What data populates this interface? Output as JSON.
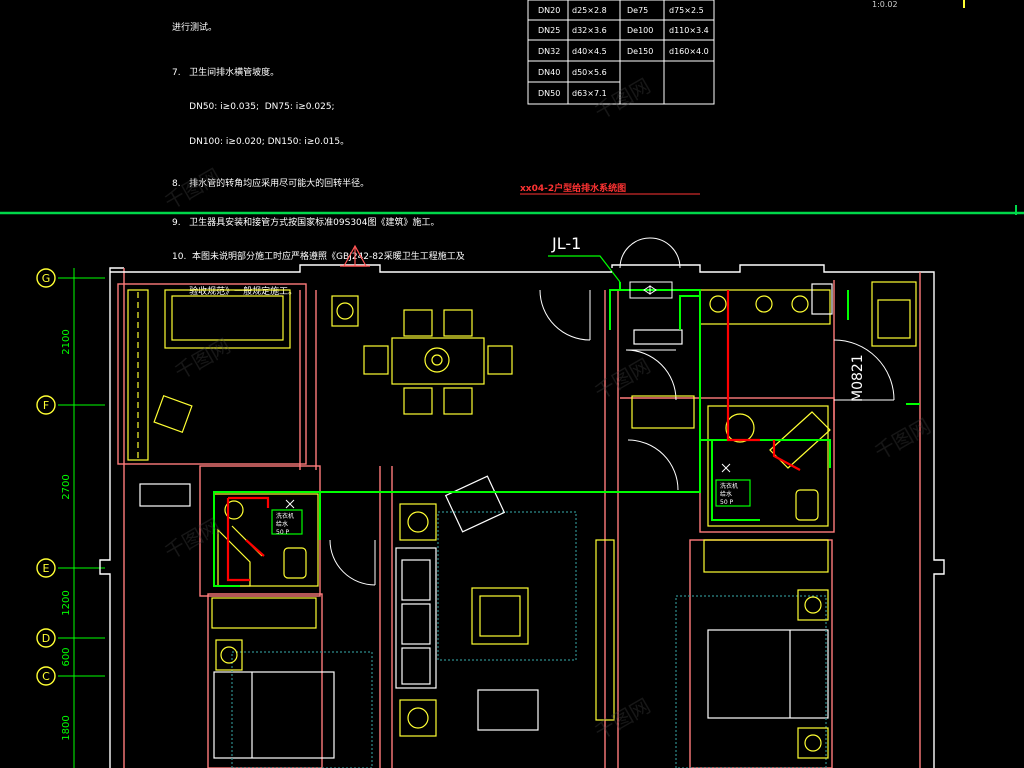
{
  "notes": {
    "lines": [
      {
        "id": "n6b",
        "text": "进行测试。"
      },
      {
        "id": "n7",
        "text": "7.   卫生间排水横管坡度。"
      },
      {
        "id": "n7a",
        "text": "      DN50: i≥0.035;  DN75: i≥0.025;"
      },
      {
        "id": "n7b",
        "text": "      DN100: i≥0.020; DN150: i≥0.015。"
      },
      {
        "id": "n8",
        "text": "8.   排水管的转角均应采用尽可能大的回转半径。"
      },
      {
        "id": "n9",
        "text": "9.   卫生器具安装和接管方式按国家标准09S304图《建筑》施工。"
      },
      {
        "id": "n10",
        "text": "10.  本图未说明部分施工时应严格遵照《GBJ242-82采暖卫生工程施工及"
      },
      {
        "id": "n10b",
        "text": "      验收规范》一般规定施工。"
      }
    ]
  },
  "pipe_table": {
    "rows": [
      [
        "DN20",
        "d25×2.8",
        "De75",
        "d75×2.5"
      ],
      [
        "DN25",
        "d32×3.6",
        "De100",
        "d110×3.4"
      ],
      [
        "DN32",
        "d40×4.5",
        "De150",
        "d160×4.0"
      ],
      [
        "DN40",
        "d50×5.6",
        "",
        ""
      ],
      [
        "DN50",
        "d63×7.1",
        "",
        ""
      ]
    ]
  },
  "corner_text": "1:0.02",
  "drawing_title": "xx04-2户型给排水系统图",
  "riser_label": "JL-1",
  "window_label": "M0821",
  "axes": {
    "grid": [
      {
        "id": "G",
        "label": "G"
      },
      {
        "id": "F",
        "label": "F"
      },
      {
        "id": "E",
        "label": "E"
      },
      {
        "id": "D",
        "label": "D"
      },
      {
        "id": "C",
        "label": "C"
      }
    ],
    "dims": [
      {
        "id": "d1",
        "label": "2100"
      },
      {
        "id": "d2",
        "label": "2700"
      },
      {
        "id": "d3",
        "label": "1200"
      },
      {
        "id": "d4",
        "label": "600"
      },
      {
        "id": "d5",
        "label": "1800"
      }
    ]
  },
  "fixture_tags": {
    "left": [
      "洗衣机",
      "给水",
      "50 P"
    ],
    "right": [
      "洗衣机",
      "给水",
      "50 P"
    ]
  },
  "colors": {
    "background": "#000000",
    "wall": "#ff7b7b",
    "fixture": "#ffff33",
    "water_supply": "#00ff00",
    "drainage": "#ff0000",
    "furniture": "#ffffff",
    "dimension": "#00ff00",
    "divider": "#00d84a"
  },
  "watermark": "千图网"
}
